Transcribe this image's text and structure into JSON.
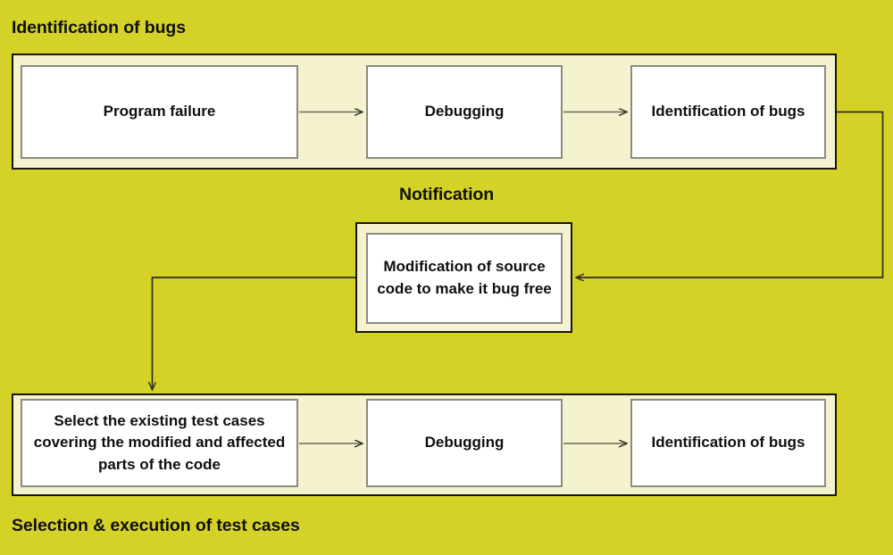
{
  "diagram": {
    "title_top": "Identification of bugs",
    "title_middle": "Notification",
    "title_bottom": "Selection & execution of test cases",
    "colors": {
      "page_background": "#d5d227",
      "band_fill": "#f5f2cf",
      "band_border": "#17160b",
      "box_fill": "#ffffff",
      "box_border": "#8b8b80",
      "text": "#101010",
      "connector": "#3a3a2a"
    },
    "bands": [
      {
        "name": "identification-of-bugs",
        "label": "Identification of bugs",
        "label_position": "above",
        "boxes": [
          {
            "id": "program-failure",
            "text": "Program failure"
          },
          {
            "id": "debugging-top",
            "text": "Debugging"
          },
          {
            "id": "identification-of-bugs-top",
            "text": "Identification of bugs"
          }
        ]
      },
      {
        "name": "notification",
        "label": "Notification",
        "label_position": "above",
        "boxes": [
          {
            "id": "modification-of-source-code",
            "text": "Modification of source code to make it bug free"
          }
        ]
      },
      {
        "name": "selection-and-execution-of-test-cases",
        "label": "Selection & execution of test cases",
        "label_position": "below",
        "boxes": [
          {
            "id": "select-existing-test-cases",
            "text": "Select the existing test cases covering the modified and affected parts of the code"
          },
          {
            "id": "debugging-bottom",
            "text": "Debugging"
          },
          {
            "id": "identification-of-bugs-bottom",
            "text": "Identification of bugs"
          }
        ]
      }
    ],
    "connectors": [
      {
        "from": "program-failure",
        "to": "debugging-top",
        "direction": "right"
      },
      {
        "from": "debugging-top",
        "to": "identification-of-bugs-top",
        "direction": "right"
      },
      {
        "from": "identification-of-bugs-top",
        "to": "modification-of-source-code",
        "direction": "right-down-left"
      },
      {
        "from": "modification-of-source-code",
        "to": "select-existing-test-cases",
        "direction": "left-down"
      },
      {
        "from": "select-existing-test-cases",
        "to": "debugging-bottom",
        "direction": "right"
      },
      {
        "from": "debugging-bottom",
        "to": "identification-of-bugs-bottom",
        "direction": "right"
      }
    ]
  }
}
